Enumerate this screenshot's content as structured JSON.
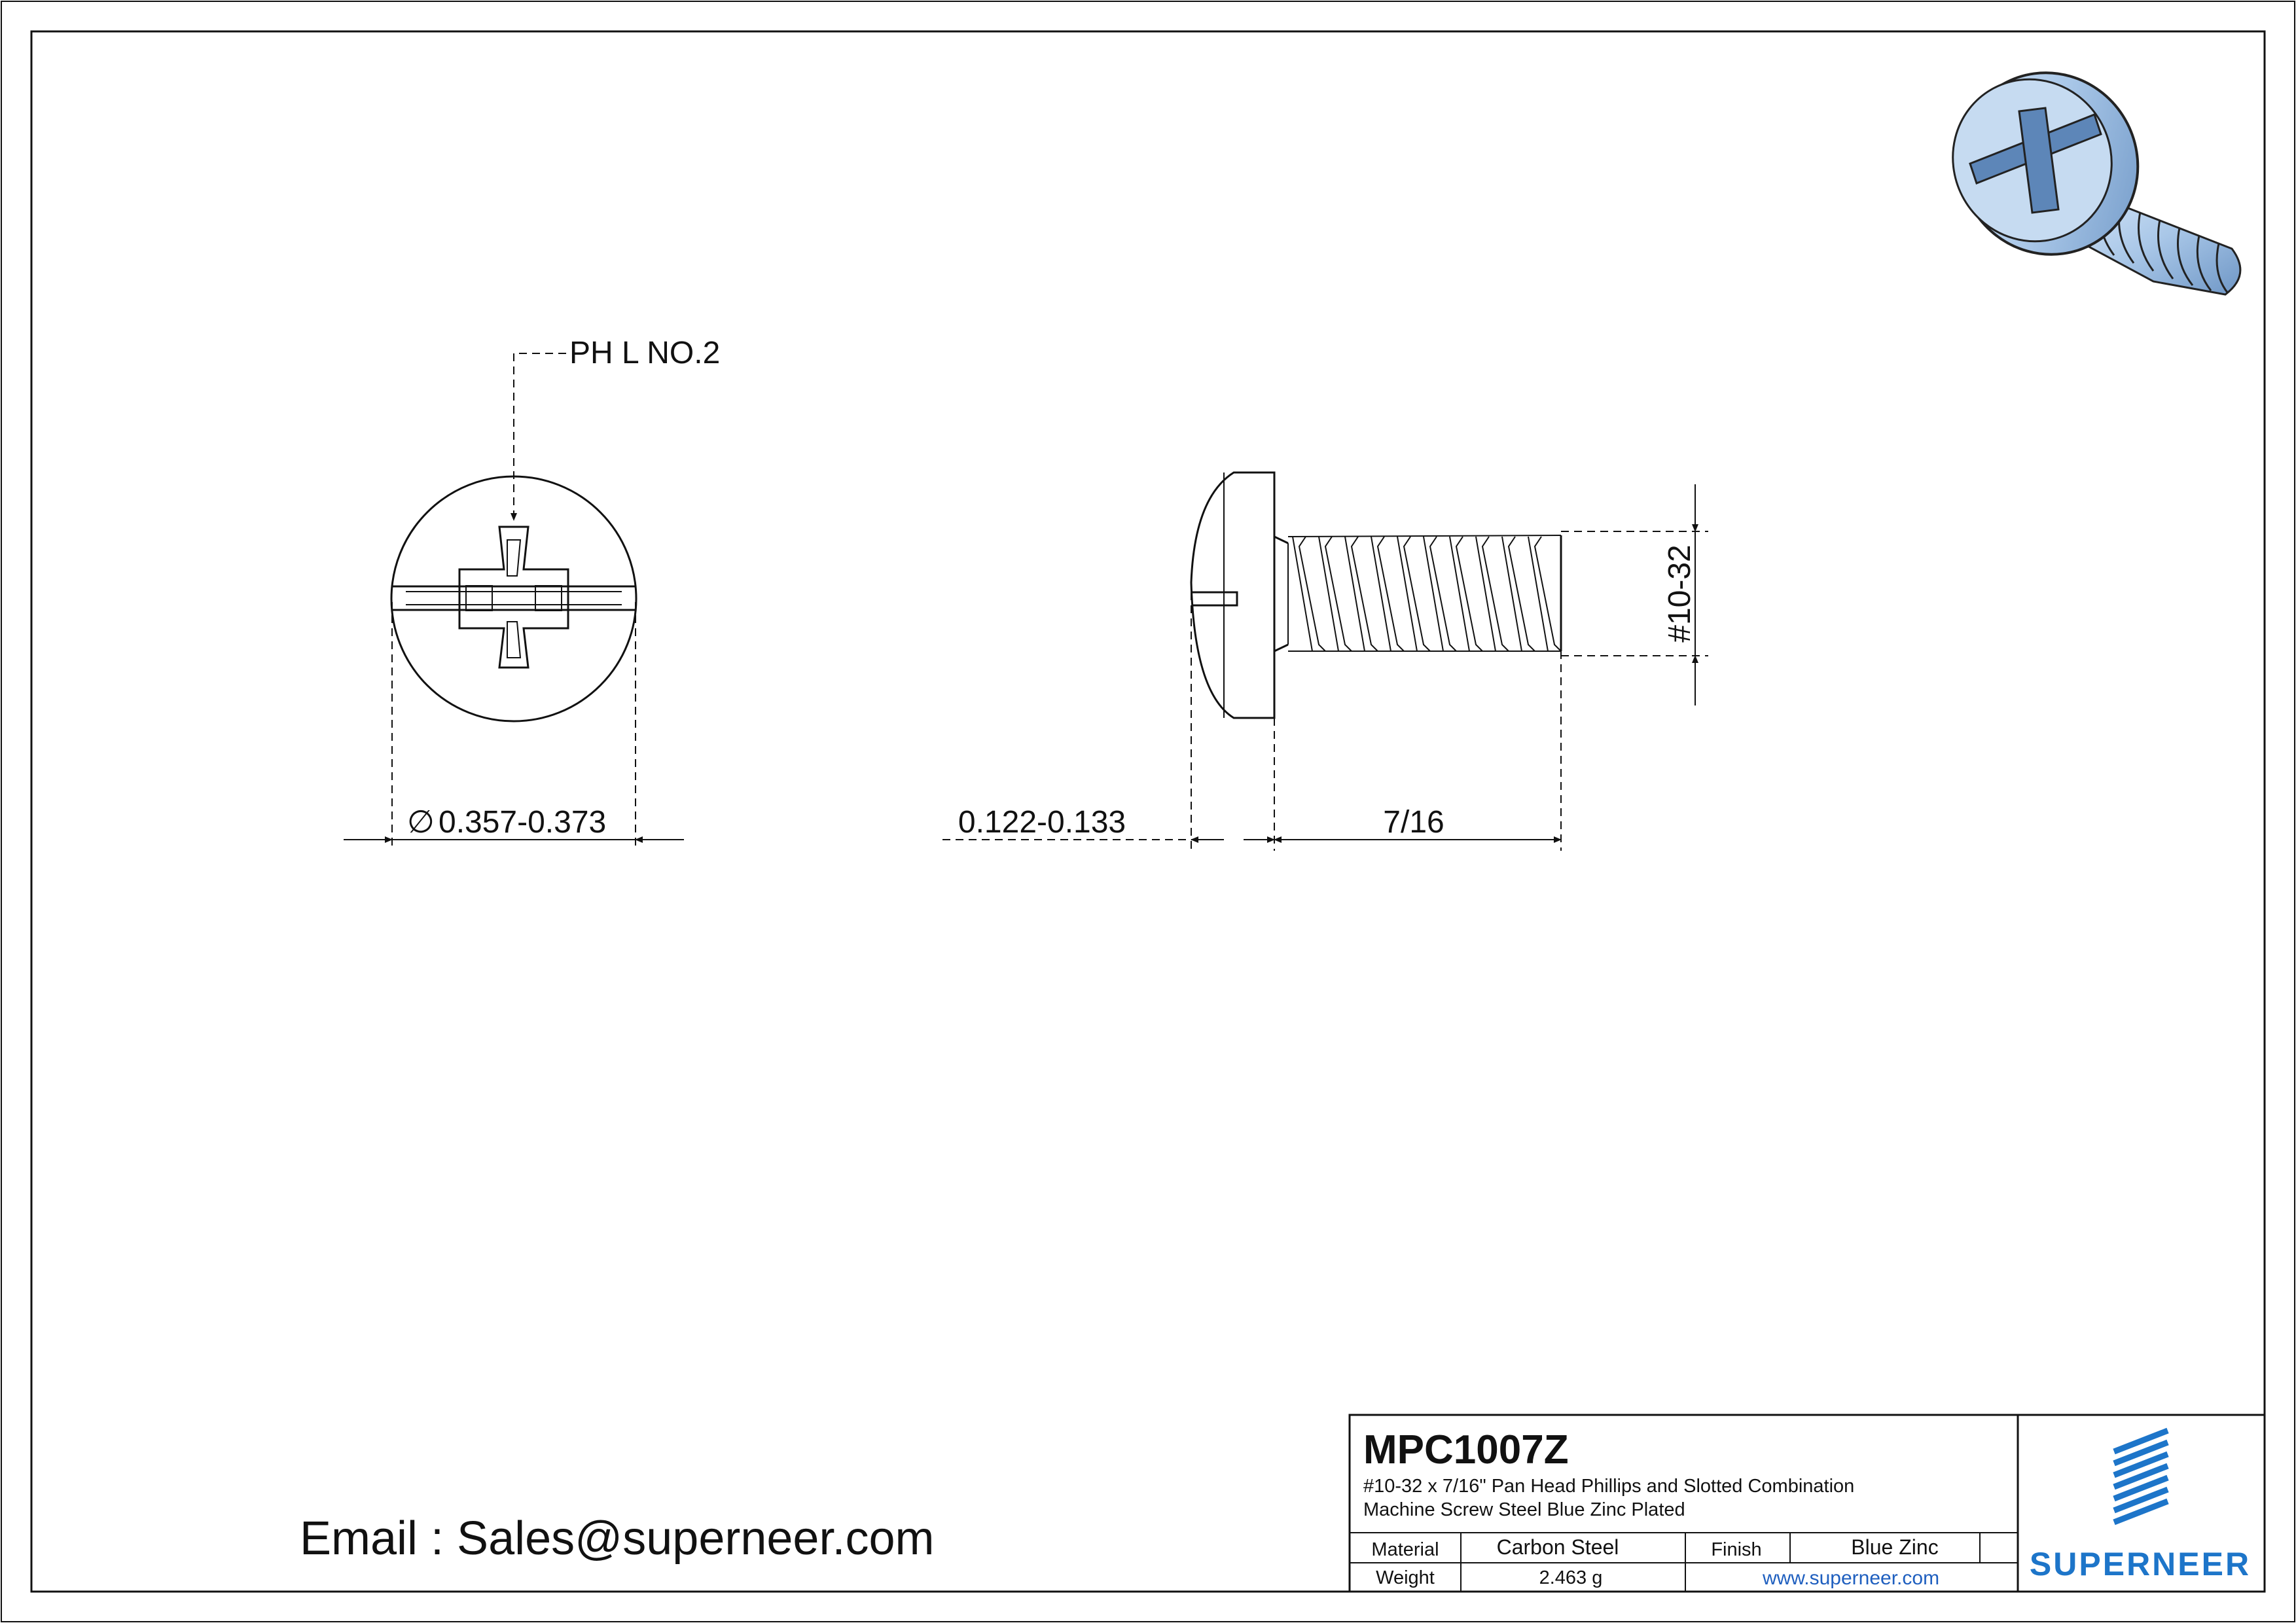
{
  "annotations": {
    "drive_callout": "PH L NO.2",
    "head_diameter": "0.357-0.373",
    "diameter_symbol": "∅",
    "head_height": "0.122-0.133",
    "length": "7/16",
    "thread_size": "#10-32"
  },
  "contact": {
    "email_text": "Email : Sales@superneer.com"
  },
  "title_block": {
    "part_number": "MPC1007Z",
    "description_line1": "#10-32 x 7/16\" Pan Head Phillips and Slotted Combination",
    "description_line2": "Machine Screw Steel Blue Zinc Plated",
    "material_label": "Material",
    "material_value": "Carbon Steel",
    "finish_label": "Finish",
    "finish_value": "Blue Zinc",
    "weight_label": "Weight",
    "weight_value": "2.463 g",
    "website": "www.superneer.com",
    "brand": "SUPERNEER"
  },
  "colors": {
    "brand_blue": "#1d75c9",
    "link_blue": "#1f5fbf",
    "screw_blue": "#a9c7e8",
    "line": "#111111"
  },
  "icons": {
    "render": "3d-screw-render-icon",
    "logo": "superneer-logo-icon"
  }
}
